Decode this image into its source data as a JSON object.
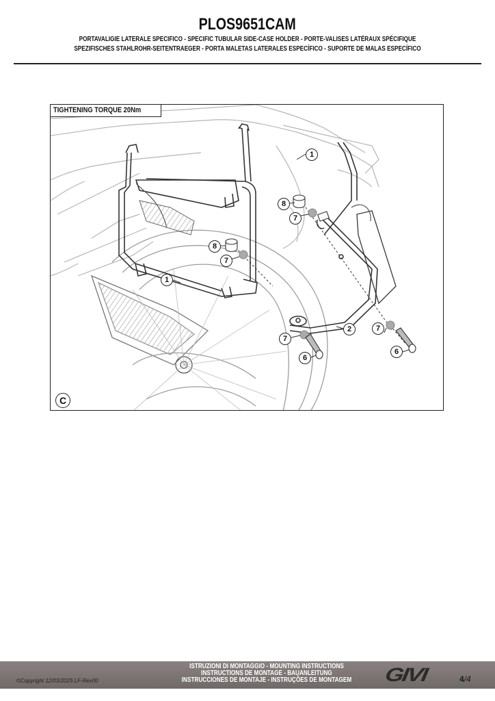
{
  "header": {
    "product_code": "PLOS9651CAM",
    "subtitle_line1": "PORTAVALIGIE LATERALE SPECIFICO  -  SPECIFIC TUBULAR SIDE-CASE HOLDER  - PORTE-VALISES LATÉRAUX SPÉCIFIQUE",
    "subtitle_line2": "SPEZIFISCHES STAHLROHR-SEITENTRAEGER - PORTA MALETAS LATERALES ESPECÍFICO - SUPORTE DE MALAS ESPECÍFICO"
  },
  "figure": {
    "torque_label": "TIGHTENING TORQUE 20Nm",
    "step_label": "C",
    "callouts": [
      "1",
      "8",
      "7",
      "8",
      "7",
      "1",
      "7",
      "2",
      "7",
      "6",
      "6"
    ]
  },
  "footer": {
    "copyright": "©Copyright 12/03/2025 LF-Rev00",
    "instructions_line1": "ISTRUZIONI DI MONTAGGIO  -  MOUNTING INSTRUCTIONS",
    "instructions_line2": "INSTRUCTIONS DE MONTAGE - BAUANLEITUNG",
    "instructions_line3": "INSTRUCCIONES DE MONTAJE - INSTRUÇÕES DE MONTAGEM",
    "brand": "GIVI",
    "page_current": "4",
    "page_total": "4"
  },
  "colors": {
    "footer_bar": "#7a7371",
    "callout_fill": "#ffffff",
    "washer": "#aaaaaa"
  }
}
